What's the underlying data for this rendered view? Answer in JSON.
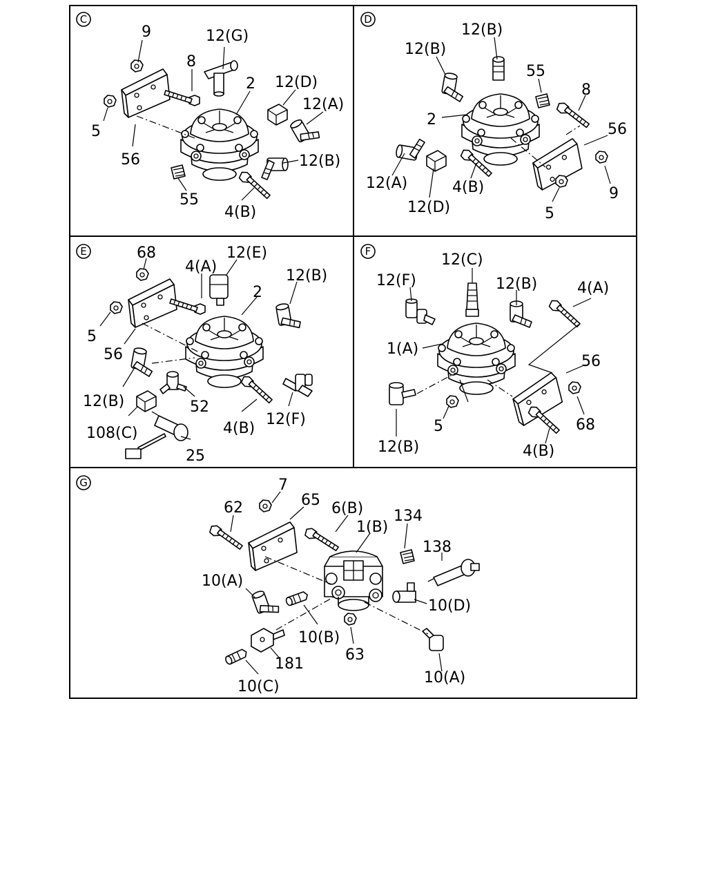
{
  "panels": [
    {
      "id": "C",
      "labels": [
        "9",
        "12(G)",
        "8",
        "2",
        "12(D)",
        "12(A)",
        "5",
        "56",
        "12(B)",
        "55",
        "4(B)"
      ]
    },
    {
      "id": "D",
      "labels": [
        "12(B)",
        "12(B)",
        "55",
        "8",
        "2",
        "56",
        "12(A)",
        "4(B)",
        "12(D)",
        "9",
        "5"
      ]
    },
    {
      "id": "E",
      "labels": [
        "68",
        "4(A)",
        "12(E)",
        "12(B)",
        "2",
        "5",
        "56",
        "12(B)",
        "52",
        "4(B)",
        "12(F)",
        "108(C)",
        "25"
      ]
    },
    {
      "id": "F",
      "labels": [
        "12(C)",
        "12(F)",
        "12(B)",
        "4(A)",
        "1(A)",
        "56",
        "5",
        "68",
        "12(B)",
        "4(B)"
      ]
    },
    {
      "id": "G",
      "labels": [
        "7",
        "65",
        "62",
        "6(B)",
        "134",
        "1(B)",
        "138",
        "10(A)",
        "10(D)",
        "10(B)",
        "63",
        "181",
        "10(C)",
        "10(A)"
      ]
    }
  ]
}
